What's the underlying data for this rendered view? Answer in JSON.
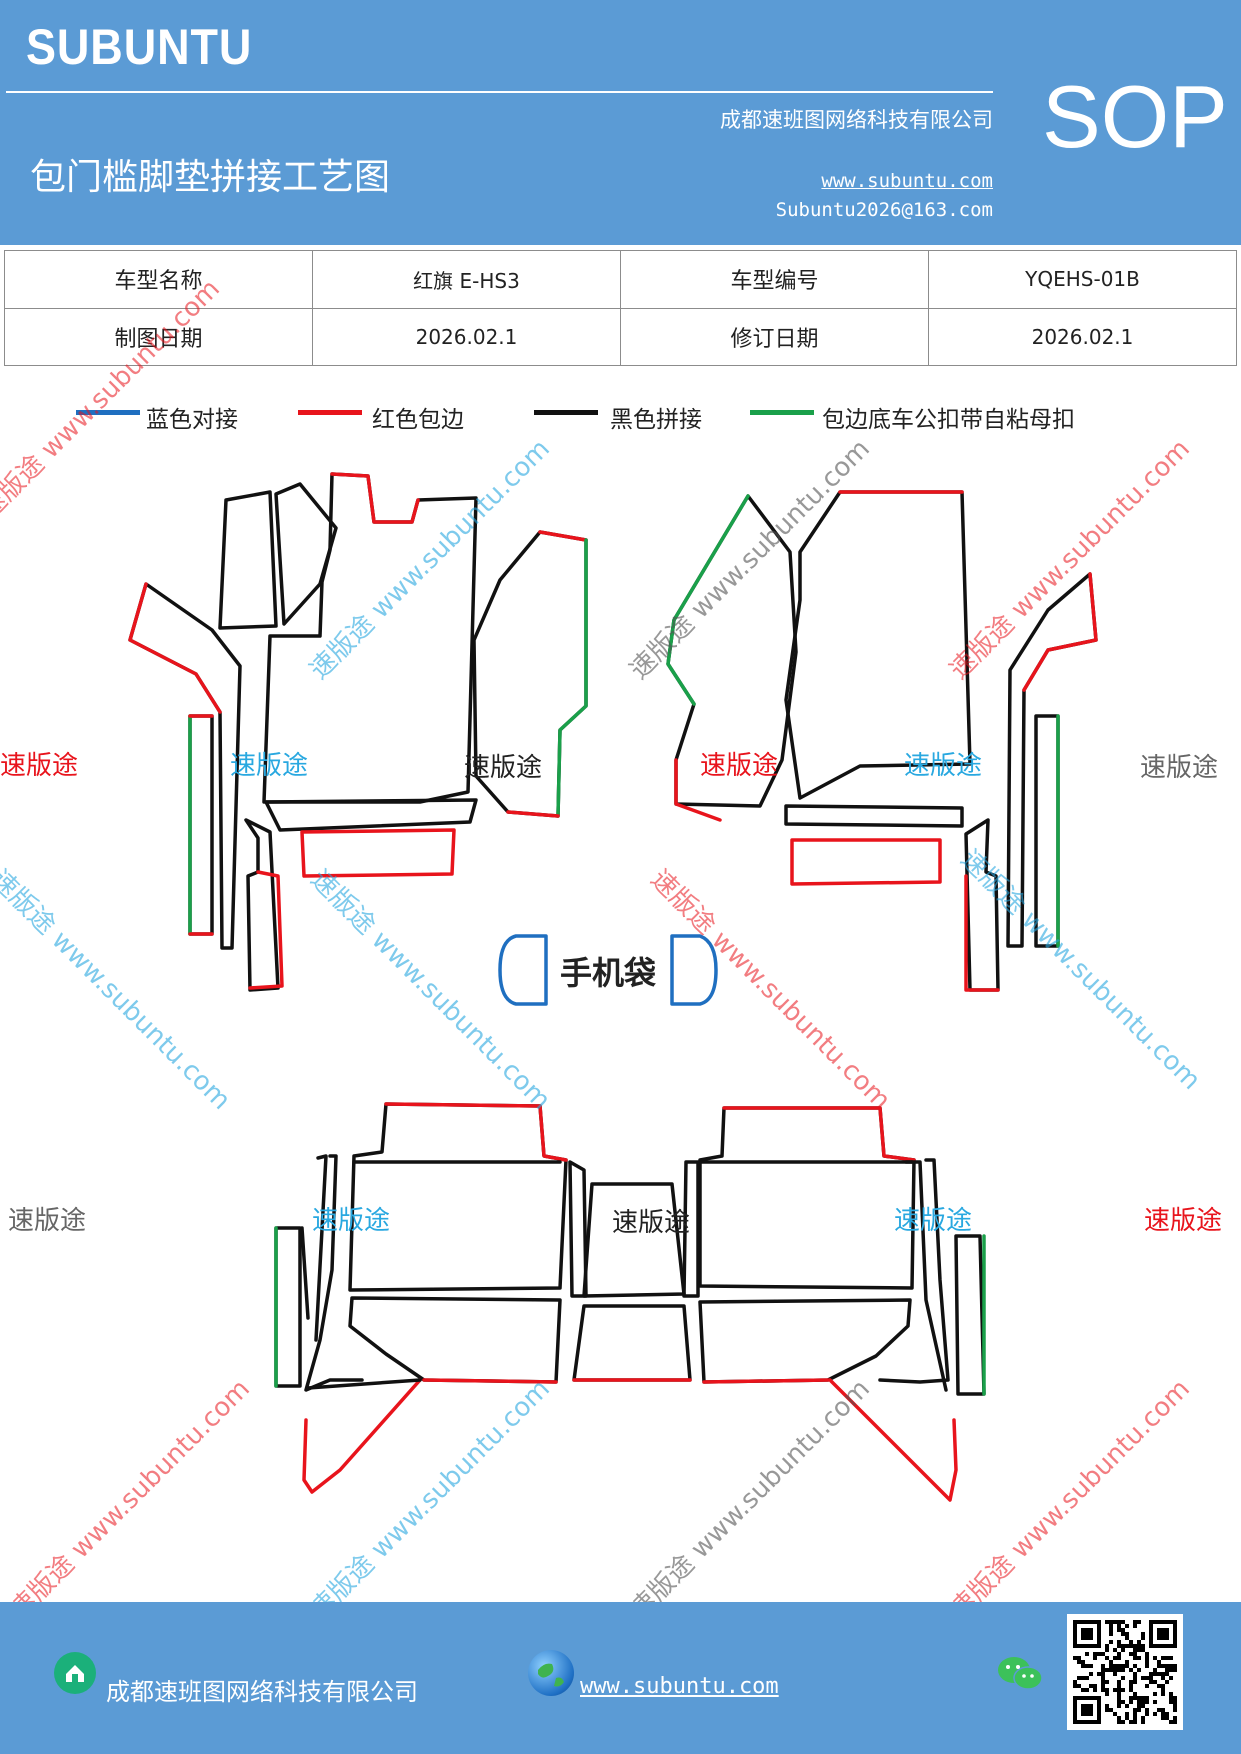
{
  "header": {
    "brand": "SUBUNTU",
    "company": "成都速班图网络科技有限公司",
    "title": "包门槛脚垫拼接工艺图",
    "website": "www.subuntu.com",
    "email": "Subuntu2026@163.com",
    "badge": "SOP"
  },
  "info": {
    "model_name_label": "车型名称",
    "model_name": "红旗 E-HS3",
    "model_code_label": "车型编号",
    "model_code": "YQEHS-01B",
    "draw_date_label": "制图日期",
    "draw_date": "2026.02.1",
    "revise_date_label": "修订日期",
    "revise_date": "2026.02.1"
  },
  "legend": [
    {
      "label": "蓝色对接",
      "color": "#1f6fc0"
    },
    {
      "label": "红色包边",
      "color": "#e8141c"
    },
    {
      "label": "黑色拼接",
      "color": "#111111"
    },
    {
      "label": "包边底车公扣带自粘母扣",
      "color": "#1aa04a"
    }
  ],
  "drawing": {
    "phone_bag_label": "手机袋"
  },
  "watermark": {
    "brand_cn": "速版途",
    "url": "www.subuntu.com",
    "combined": "速版途 www.subuntu.com"
  },
  "footer": {
    "company": "成都速班图网络科技有限公司",
    "website": "www.subuntu.com"
  }
}
